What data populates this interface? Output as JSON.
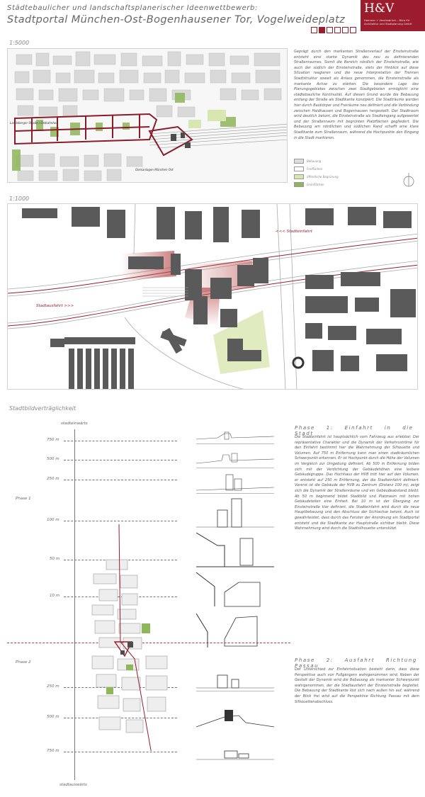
{
  "header": {
    "subtitle": "Städtebaulicher und landschaftsplanerischer Ideenwettbewerb:",
    "title": "Stadtportal München-Ost-Bogenhausener Tor, Vogelweideplatz",
    "page_marker": {
      "active": 2,
      "total": 6
    },
    "logo": {
      "mark": "H&V",
      "subtext": "Hammer + Vereinsbrück – Büro für Architektur und Stadtplanung GmbH"
    }
  },
  "section1": {
    "scale": "1:5000",
    "map_labels": [
      "Landsberger Straße / Ostbahnhof",
      "Gleisanlagen München Ost"
    ],
    "description": "Geprägt durch den markanten Straßenverlauf der Einsteinstraße entsteht eine starke Dynamik des neu zu definierenden Straßenraumes. Somit die Bereich nördlich der Einsteinstraße, wie auch der südlich der Einsteinstraße, stets der Hinblick auf diese Situation reagieren und die neue Interpretation der Trennen Stadtstruktur soweit als Anlass genommen, die Einsteinstraße als markante Achse zu stärken. Die besondere Lage des Planungsgebietes zwischen zwei Stadtgebieten ermöglicht eine städtebauliche Kontinuität. Auf diesen Grund wurde die Bebauung entlang der Straße als Stadtkante konzipiert. Die Stadträume werden hier durch Baukörper und Freiräume neu definiert und die Verbindung zwischen Haidhausen und Bogenhausen hergestellt. Der Stadtraum wird deutlich betont, die Einsteinstraße als Stadteingang aufgewertet und der Straßenraum mit begrünten Platzflächen gegliedert. Die Bebauung am nördlichen und südlichen Rand schafft eine klare Stadtkante zum Straßenraum, während die Hochpunkte den Eingang in die Stadt markieren."
  },
  "legend": [
    {
      "label": "Bebauung",
      "color": "#dddddd"
    },
    {
      "label": "Freiflächen",
      "color": "#ffffff"
    },
    {
      "label": "öffentliche Begrünung",
      "color": "#d8e6b0"
    },
    {
      "label": "Grünflächen",
      "color": "#8fb65a"
    }
  ],
  "section2": {
    "scale": "1:1000",
    "labels": [
      "<<< Stadteinfahrt",
      "Stadtausfahrt >>>"
    ]
  },
  "section3": {
    "title": "Stadtbildverträglichkeit",
    "axis_top": "stadteinwärts",
    "axis_bottom": "stadtauswärts",
    "phase1_label": "Phase 1",
    "phase2_label": "Phase 2",
    "levels_top": [
      "750 m",
      "500 m",
      "250 m",
      "100 m",
      "50 m",
      "10 m"
    ],
    "levels_bottom": [
      "250 m",
      "500 m",
      "750 m"
    ],
    "phase1_title": "Phase 1: Einfahrt in die Stadt",
    "phase1_text": "Die Stadteinfahrt ist hauptsächlich vom Fahrzeug aus erlebbar. Der repräsentative Charakter und die Dynamik der Verkehrsströme für den Einfahrt bestimmt hier die Wahrnehmung der Silhouette und Volumen. Auf 750 m Entfernung kann man einen stadträumlichen Schwerpunkt erkennen. Er ist Hochpunkt durch die Höhe der Volumen im Vergleich zur Umgebung definiert. Ab 500 m Entfernung bilden sich mit der Verdichtung der Gebäudehöhen eine lesbare Gebäudegruppe. Das Hochhaus der HVB tritt hier auf den Volumen, er entsteht auf 250 m Entfernung, der die Stadteinfahrt definiert. Vorerst ist die Gebäude der HVB zu Zentrum (Distanz 100 m), zeigt sich die Dynamik der Straßenräume und ein Gebäudeabstand bleibt. Ab 50 m beginnend bildet Stadtbild und Platzraum mit hohen Gebäudeteilen eine Einheit. Bei 10 m ist der Übergang zur Einsteinstraße klar definiert, die Stadteinfahrt wird durch die neue Hauptbebauung und den Abschluss der Sichtachse betont. Auch ist gewährleistet, dass durch das Fenster der Anordnung ein Stadtportal entsteht und die Stadtkante zur Hauptstraße sichtbar bleibt. Diese Wahrnehmung wird durch die Stadtsilhouette unterstützt.",
    "phase2_title": "Phase 2: Ausfahrt Richtung Passau",
    "phase2_text": "Der Unterschied zur Einfahrtsituation besteht darin, dass diese Perspektive auch von Fußgängern wahrgenommen wird. Neben der Gestalt der Dynamik wird die Bebauung als markanter Schwerpunkt wahrgenommen, der die Stadtausfahrt der Einsteinstraße begleitet. Die Bebauung der Stadtkante löst sich nach außen hin auf, während der Blick frei wird auf die Perspektive Richtung Passau mit dem Silhouettenabschluss."
  },
  "colors": {
    "brand": "#9b1c2c",
    "building": "#5a5a5a",
    "green": "#8fb65a",
    "road_red": "#b83c40"
  }
}
